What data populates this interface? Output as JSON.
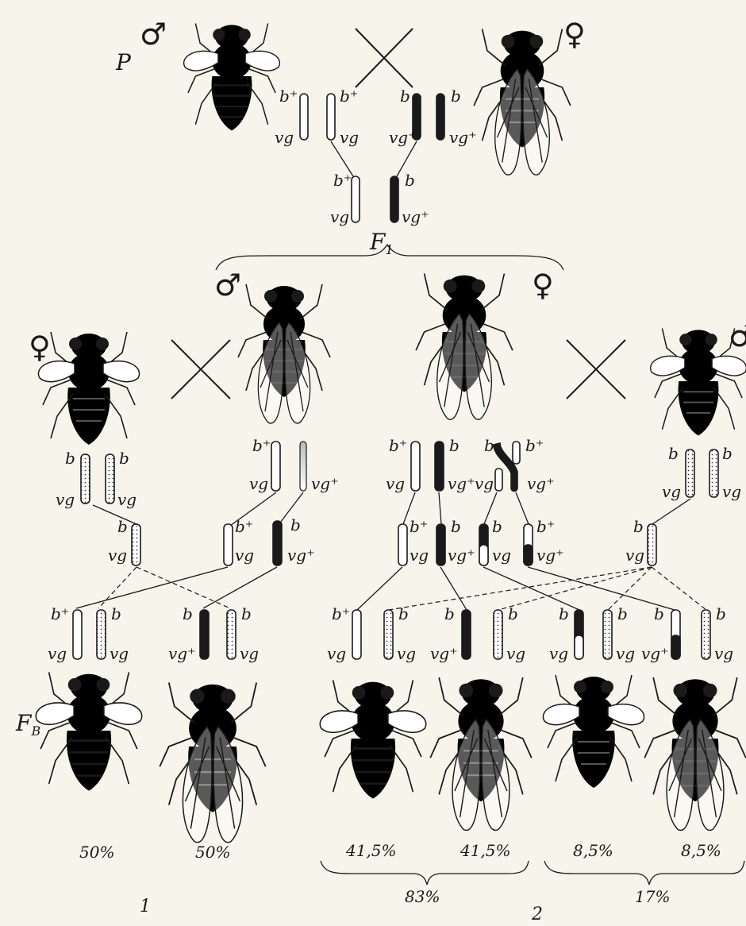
{
  "generation_labels": {
    "parental": "P",
    "f1": "F",
    "f1_sub": "1",
    "fb": "F",
    "fb_sub": "B"
  },
  "sex_symbols": {
    "male": "♂",
    "female": "♀"
  },
  "alleles": {
    "b_plus": "b⁺",
    "b": "b",
    "vg": "vg",
    "vg_plus": "vg⁺"
  },
  "percentages": {
    "cross1": [
      "50%",
      "50%"
    ],
    "cross2": [
      "41,5%",
      "41,5%",
      "8,5%",
      "8,5%"
    ],
    "cross2_totals": [
      "83%",
      "17%"
    ]
  },
  "panel_numbers": [
    "1",
    "2"
  ],
  "colors": {
    "paper": "#f7f4ec",
    "ink": "#1a1a1a"
  }
}
